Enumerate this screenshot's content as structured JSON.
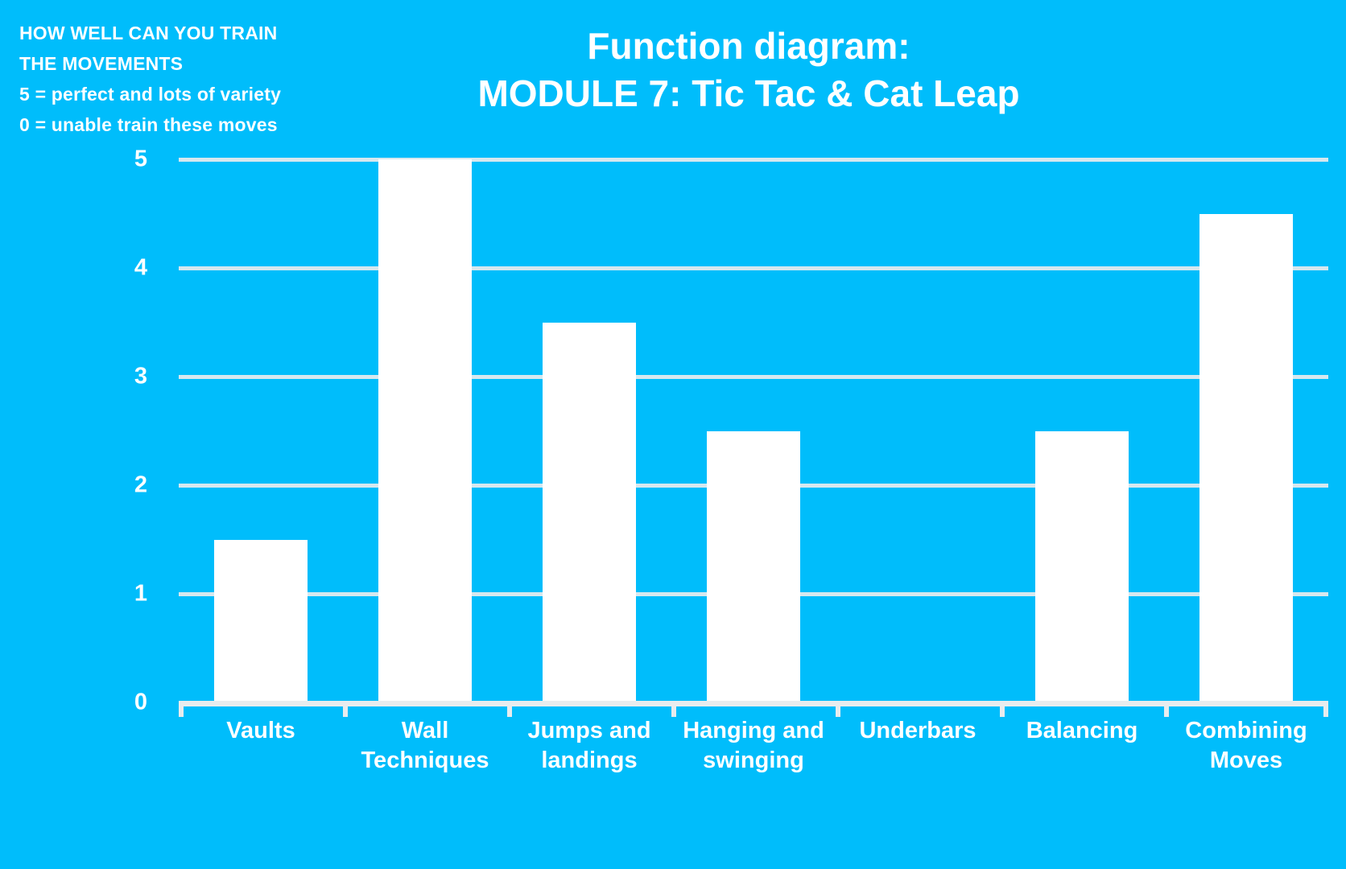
{
  "colors": {
    "background": "#00bdfb",
    "bar": "#ffffff",
    "grid": "#e8ecee",
    "text": "#ffffff"
  },
  "note": {
    "line1": "HOW WELL CAN YOU TRAIN",
    "line2": "THE MOVEMENTS",
    "line3": "5 = perfect and lots of variety",
    "line4": "0 = unable train these moves"
  },
  "title": {
    "line1": "Function diagram:",
    "line2": "MODULE 7: Tic Tac & Cat Leap"
  },
  "chart_data": {
    "type": "bar",
    "title": "Function diagram: MODULE 7: Tic Tac & Cat Leap",
    "xlabel": "",
    "ylabel": "",
    "ylim": [
      0,
      5
    ],
    "yticks": [
      0,
      1,
      2,
      3,
      4,
      5
    ],
    "ytick_labels": [
      "0",
      "1",
      "2",
      "3",
      "4",
      "5"
    ],
    "grid": true,
    "legend": false,
    "legend_position": "none",
    "categories": [
      "Vaults",
      "Wall Techniques",
      "Jumps and landings",
      "Hanging and swinging",
      "Underbars",
      "Balancing",
      "Combining Moves"
    ],
    "category_lines": [
      [
        "Vaults"
      ],
      [
        "Wall",
        "Techniques"
      ],
      [
        "Jumps and",
        "landings"
      ],
      [
        "Hanging and",
        "swinging"
      ],
      [
        "Underbars"
      ],
      [
        "Balancing"
      ],
      [
        "Combining",
        "Moves"
      ]
    ],
    "values": [
      1.5,
      5,
      3.5,
      2.5,
      0,
      2.5,
      4.5
    ],
    "annotations": [
      "HOW WELL CAN YOU TRAIN THE MOVEMENTS",
      "5 = perfect and lots of variety",
      "0 = unable train these moves"
    ]
  }
}
